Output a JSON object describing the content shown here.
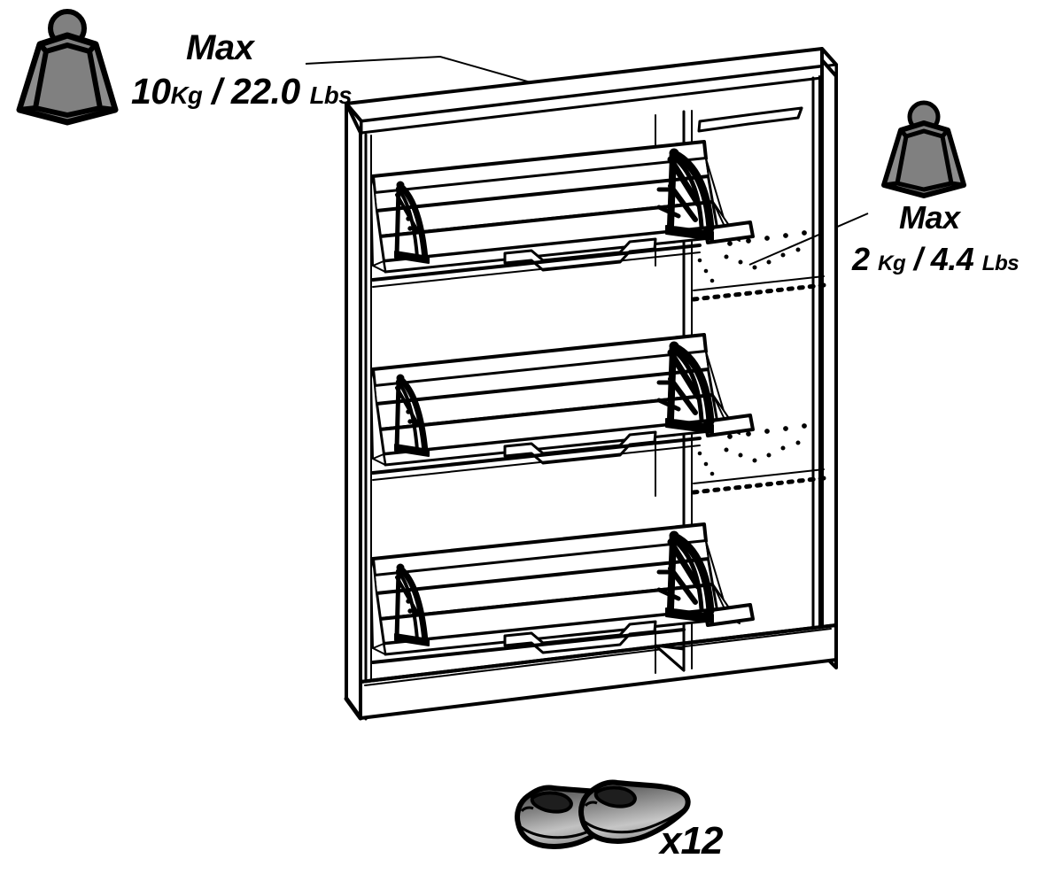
{
  "diagram": {
    "type": "furniture-assembly-instruction",
    "subject": "3-tier tilt-out shoe storage cabinet",
    "product_icon": "shoe-cabinet-isometric"
  },
  "load_limits": [
    {
      "id": "cabinet-top",
      "icon": "weight-icon",
      "title": "Max",
      "amount_kg": "10",
      "unit_kg": "Kg",
      "separator": " / ",
      "amount_lbs": "22.0",
      "unit_lbs": "Lbs",
      "target": "cabinet-top-surface"
    },
    {
      "id": "internal-shelf",
      "icon": "weight-icon",
      "title": "Max",
      "amount_kg": "2",
      "unit_kg": "Kg",
      "separator": " / ",
      "amount_lbs": "4.4",
      "unit_lbs": "Lbs",
      "target": "tilt-out-drawer-shelf"
    }
  ],
  "capacity": {
    "icon": "shoes-icon",
    "label": "x12",
    "item": "pairs of shoes"
  },
  "colors": {
    "line": "#000000",
    "background": "#ffffff",
    "weight_fill": "#808080",
    "weight_fill_light": "#8c8c8c",
    "weight_fill_dark": "#6e6e6e",
    "shoe_light": "#b5b5b5",
    "shoe_mid": "#7a7a7a",
    "shoe_dark": "#3c3c3c"
  }
}
